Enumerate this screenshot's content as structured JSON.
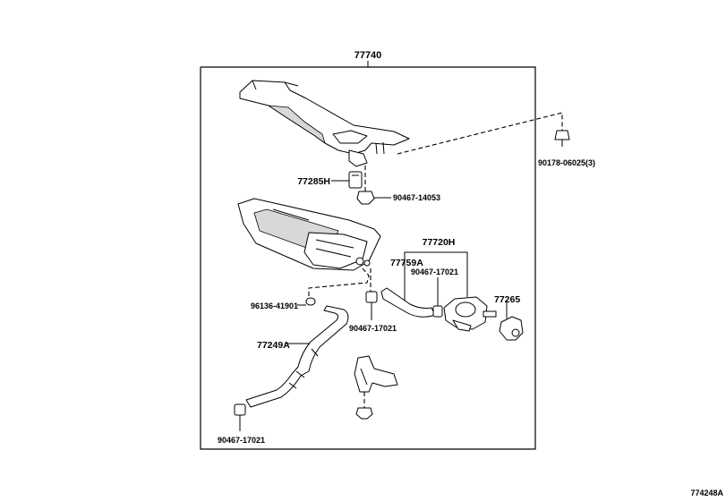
{
  "diagram": {
    "assembly_label": "77740",
    "figure_code": "774248A",
    "callouts": [
      {
        "id": "c77285H",
        "text": "77285H"
      },
      {
        "id": "c9046714053",
        "text": "90467-14053"
      },
      {
        "id": "c9017806025",
        "text": "90178-06025(3)"
      },
      {
        "id": "c77720H",
        "text": "77720H"
      },
      {
        "id": "c77759A",
        "text": "77759A"
      },
      {
        "id": "c9046717021a",
        "text": "90467-17021"
      },
      {
        "id": "c77265",
        "text": "77265"
      },
      {
        "id": "c9613641901",
        "text": "96136-41901"
      },
      {
        "id": "c9046717021b",
        "text": "90467-17021"
      },
      {
        "id": "c77249A",
        "text": "77249A"
      },
      {
        "id": "c9046717021c",
        "text": "90467-17021"
      }
    ]
  }
}
